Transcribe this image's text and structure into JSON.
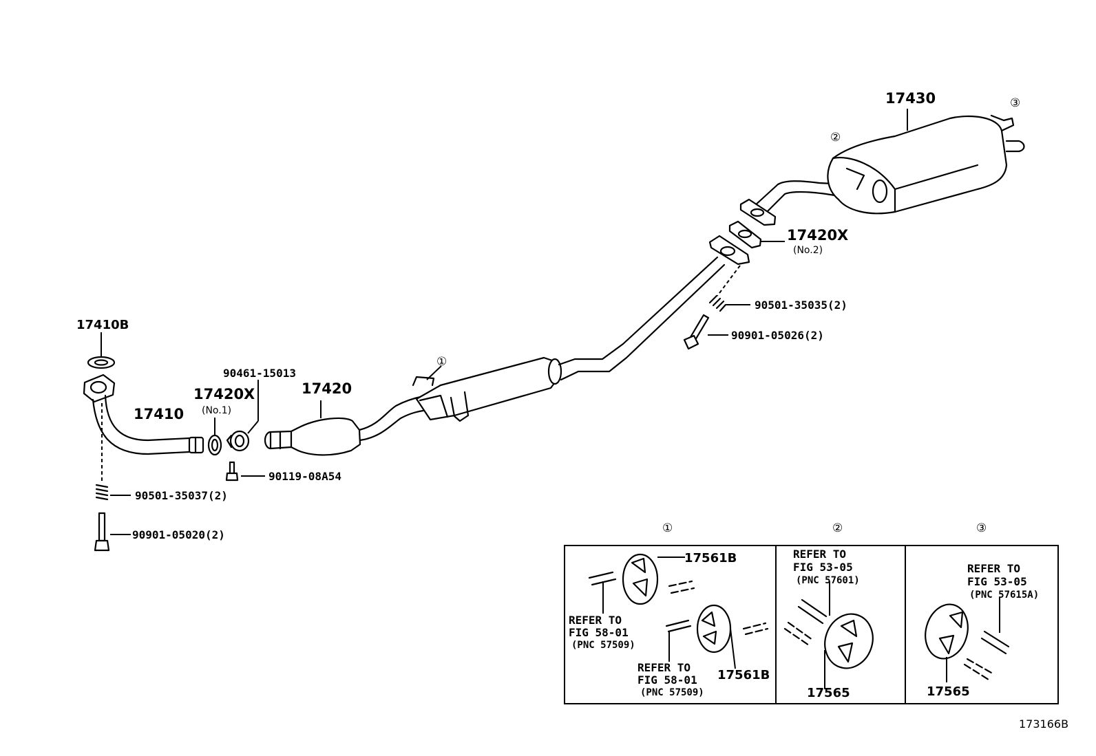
{
  "parts": {
    "p17410B": "17410B",
    "p17410": "17410",
    "p17420X_1": "17420X",
    "p17420X_1_note": "(No.1)",
    "p90461": "90461-15013",
    "p17420": "17420",
    "p90119": "90119-08A54",
    "p90501_37": "90501-35037(2)",
    "p90901_20": "90901-05020(2)",
    "p17430": "17430",
    "p17420X_2": "17420X",
    "p17420X_2_note": "(No.2)",
    "p90501_35": "90501-35035(2)",
    "p90901_26": "90901-05026(2)"
  },
  "callouts": {
    "c1": "①",
    "c2": "②",
    "c3": "③"
  },
  "detail": {
    "panel1": {
      "number": "①",
      "hanger_top": "17561B",
      "hanger_bottom": "17561B",
      "ref_a_line1": "REFER TO",
      "ref_a_line2": "FIG 58-01",
      "ref_a_line3": "(PNC 57509)",
      "ref_b_line1": "REFER TO",
      "ref_b_line2": "FIG 58-01",
      "ref_b_line3": "(PNC 57509)"
    },
    "panel2": {
      "number": "②",
      "ref_line1": "REFER TO",
      "ref_line2": "FIG 53-05",
      "ref_line3": "(PNC 57601)",
      "hanger": "17565"
    },
    "panel3": {
      "number": "③",
      "ref_line1": "REFER TO",
      "ref_line2": "FIG 53-05",
      "ref_line3": "(PNC 57615A)",
      "hanger": "17565"
    }
  },
  "figure_id": "173166B"
}
